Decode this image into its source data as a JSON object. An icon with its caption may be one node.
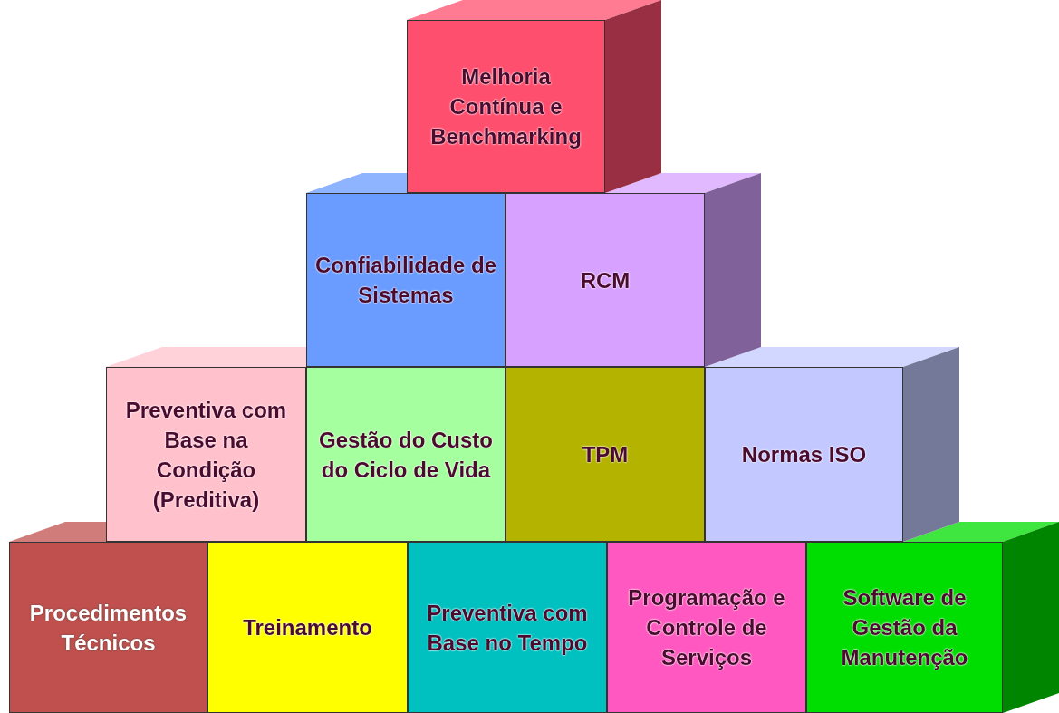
{
  "diagram": {
    "nodes": [
      {
        "text": [
          "Melhoria Contínua e Benchmarking"
        ]
      },
      {
        "text": [
          "Confiabilidade de Sistemas"
        ]
      },
      {
        "text": [
          "RCM"
        ]
      },
      {
        "text": [
          "Preventiva com Base na Condição (Preditiva)"
        ]
      },
      {
        "text": [
          "Gestão do Custo do Ciclo de Vida"
        ]
      },
      {
        "text": [
          "TPM"
        ]
      },
      {
        "text": [
          "Normas ISO"
        ]
      },
      {
        "text": [
          "Procedimentos Técnicos"
        ]
      },
      {
        "text": [
          "Treinamento"
        ]
      },
      {
        "text": [
          "Preventiva com Base no Tempo"
        ]
      },
      {
        "text": [
          "Programação e Controle de Serviços"
        ]
      },
      {
        "text": [
          "Software de Gestão da Manutenção"
        ]
      }
    ],
    "edges": []
  }
}
